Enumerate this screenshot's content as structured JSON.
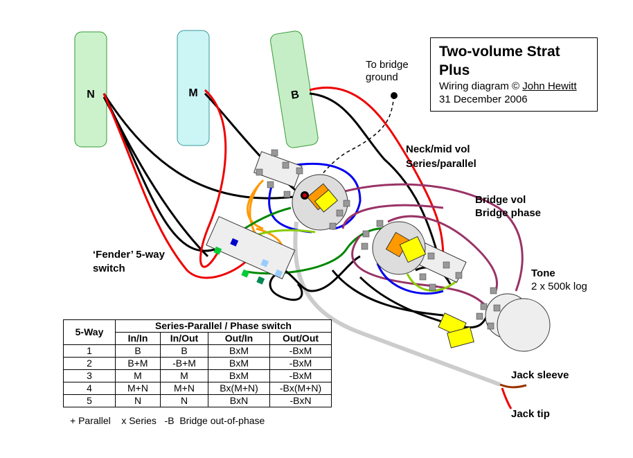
{
  "title": {
    "line1": "Two-volume Strat",
    "line2": "Plus",
    "credit_prefix": "Wiring diagram © ",
    "credit_author": "John Hewitt",
    "date": "31 December 2006"
  },
  "pickups": {
    "neck": "N",
    "middle": "M",
    "bridge": "B"
  },
  "labels": {
    "bridge_ground_1": "To bridge",
    "bridge_ground_2": "ground",
    "neck_mid_vol_1": "Neck/mid vol",
    "neck_mid_vol_2": "Series/parallel",
    "bridge_vol_1": "Bridge vol",
    "bridge_vol_2": "Bridge phase",
    "switch_1": "‘Fender’ 5-way",
    "switch_2": "switch",
    "tone_1": "Tone",
    "tone_2": "2 x 500k log",
    "jack_sleeve": "Jack sleeve",
    "jack_tip": "Jack tip"
  },
  "table": {
    "col_way": "5-Way",
    "group_header": "Series-Parallel / Phase switch",
    "sub_headers": [
      "In/In",
      "In/Out",
      "Out/In",
      "Out/Out"
    ],
    "rows": [
      {
        "pos": "1",
        "cells": [
          "B",
          "B",
          "BxM",
          "-BxM"
        ]
      },
      {
        "pos": "2",
        "cells": [
          "B+M",
          "-B+M",
          "BxM",
          "-BxM"
        ]
      },
      {
        "pos": "3",
        "cells": [
          "M",
          "M",
          "BxM",
          "-BxM"
        ]
      },
      {
        "pos": "4",
        "cells": [
          "M+N",
          "M+N",
          "Bx(M+N)",
          "-Bx(M+N)"
        ]
      },
      {
        "pos": "5",
        "cells": [
          "N",
          "N",
          "BxN",
          "-BxN"
        ]
      }
    ]
  },
  "legend": "+ Parallel    x Series   -B  Bridge out-of-phase",
  "colors": {
    "neck_pickup": "#ccf2cc",
    "middle_pickup": "#ccf5f5",
    "bridge_pickup": "#c6eec6",
    "wire_red": "#ee0000",
    "wire_black": "#000000",
    "wire_blue": "#0000ee",
    "wire_green": "#008800",
    "wire_orange": "#ff9900",
    "wire_purple": "#993366",
    "wire_brown": "#993300",
    "cable_grey": "#cccccc",
    "switch_body": "#eeeeee",
    "pot_body": "#dddddd",
    "capacitor": "#ffff00",
    "lug": "#999999"
  }
}
